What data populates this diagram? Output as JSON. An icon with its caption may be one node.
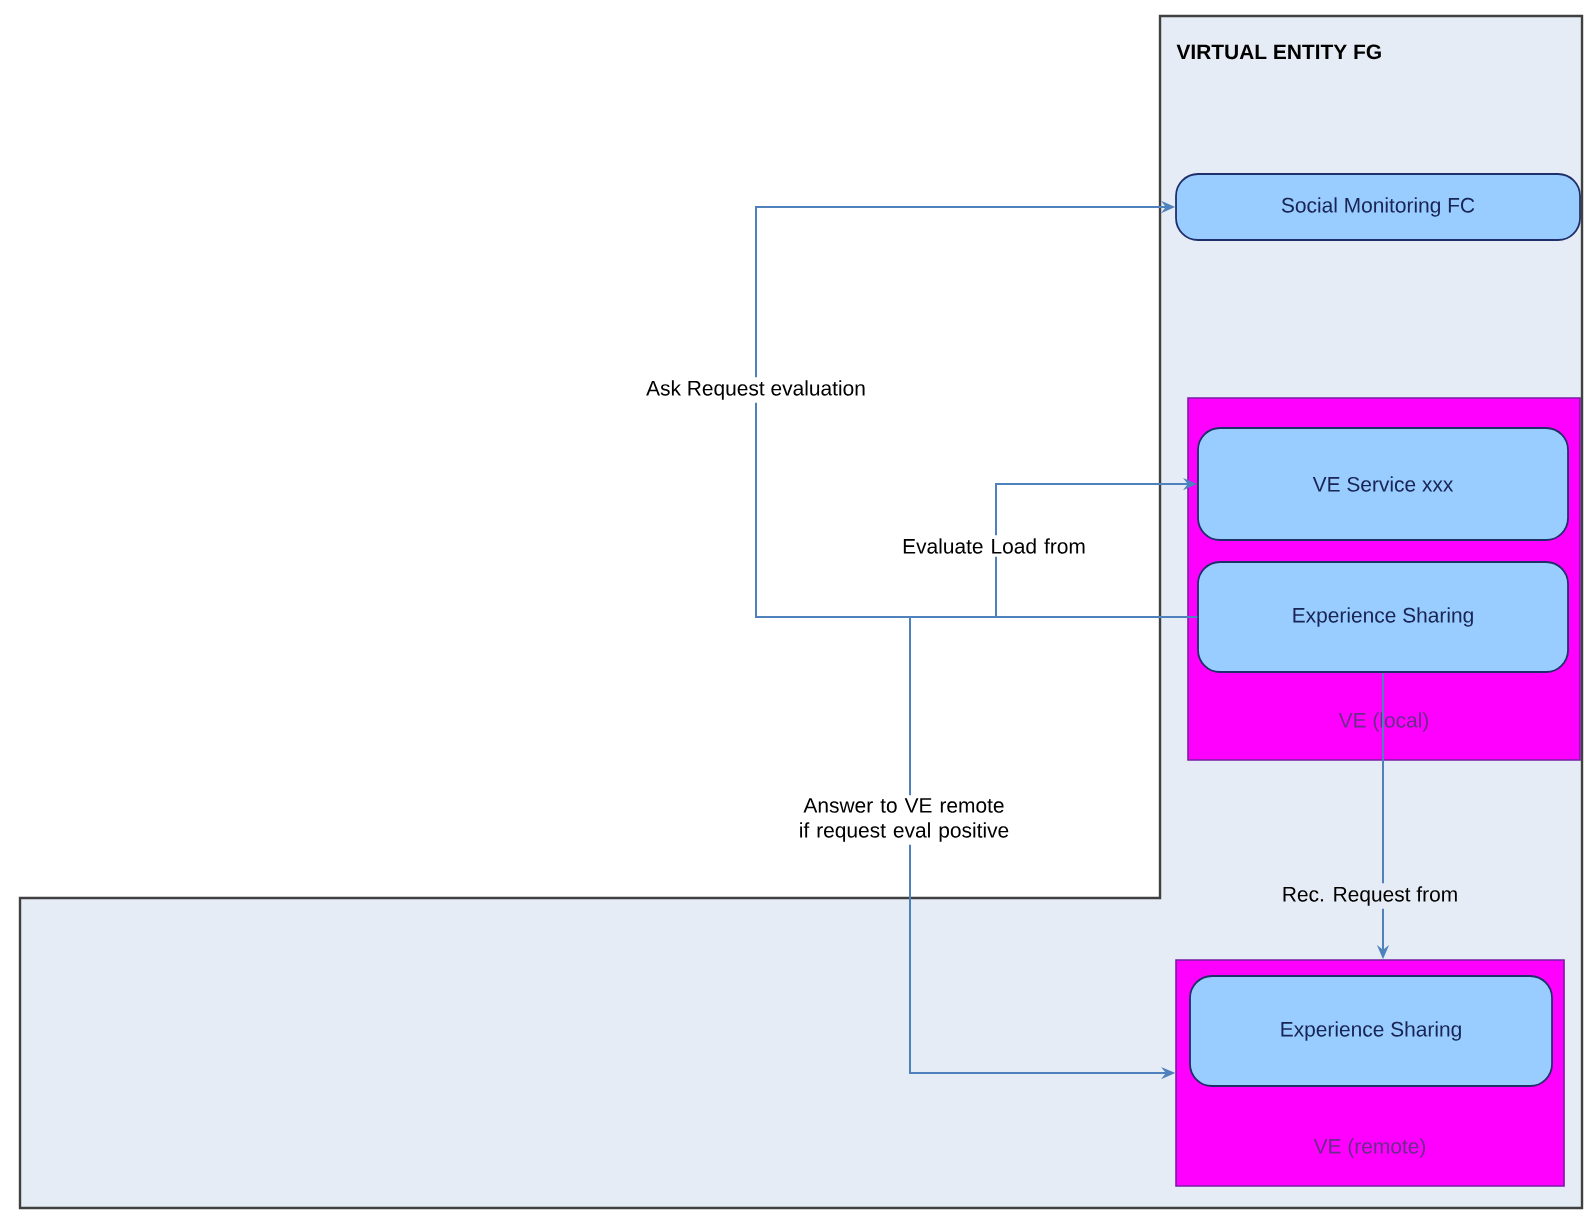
{
  "diagram": {
    "nodes": [
      {
        "text": [
          "VIRTUAL ENTITY FG"
        ]
      },
      {
        "text": [
          "Social Monitoring FC"
        ],
        "in": 0
      },
      {
        "text": [
          "VE (local)"
        ],
        "in": 0
      },
      {
        "text": [
          "VE Service xxx"
        ],
        "in": 2
      },
      {
        "text": [
          "Experience Sharing"
        ],
        "in": 2
      },
      {
        "text": [
          "VE (remote)"
        ],
        "in": 0
      },
      {
        "text": [
          "Experience Sharing"
        ],
        "in": 5
      }
    ],
    "edges": [
      {
        "from": 4,
        "to": 1,
        "arrow": "to",
        "label": "Ask Request evaluation"
      },
      {
        "from": 4,
        "to": 3,
        "arrow": "to",
        "label": "Evaluate Load from"
      },
      {
        "from": 4,
        "to": 5,
        "arrow": "to",
        "label": "Answer to VE remote if request eval positive"
      },
      {
        "from": 4,
        "to": 5,
        "arrow": "to",
        "label": "Rec. Request from"
      }
    ]
  }
}
